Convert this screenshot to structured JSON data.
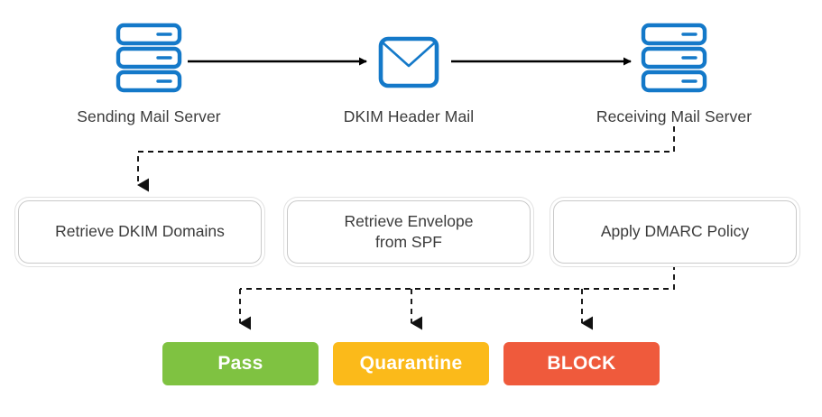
{
  "diagram": {
    "title": "DKIM / SPF / DMARC mail authentication flow",
    "colors": {
      "icon_blue": "#1479c9",
      "text_dark": "#3b3b3b",
      "box_border": "#c9c9c9",
      "arrow_black": "#000000",
      "pass_green": "#7fc241",
      "quarantine_amber": "#fbba1a",
      "block_red": "#ef5a3c"
    },
    "flow_row": [
      {
        "id": "sending-mail-server",
        "label": "Sending Mail Server",
        "icon": "server-stack-icon"
      },
      {
        "id": "dkim-header-mail",
        "label": "DKIM Header Mail",
        "icon": "envelope-icon"
      },
      {
        "id": "receiving-mail-server",
        "label": "Receiving Mail Server",
        "icon": "server-stack-icon"
      }
    ],
    "process_row": [
      {
        "id": "retrieve-dkim-domains",
        "label": "Retrieve DKIM Domains",
        "line1": "Retrieve DKIM Domains",
        "line2": ""
      },
      {
        "id": "retrieve-envelope-from-spf",
        "label": "Retrieve Envelope from SPF",
        "line1": "Retrieve Envelope",
        "line2": "from SPF"
      },
      {
        "id": "apply-dmarc-policy",
        "label": "Apply DMARC Policy",
        "line1": "Apply DMARC Policy",
        "line2": ""
      }
    ],
    "result_row": [
      {
        "id": "result-pass",
        "label": "Pass",
        "color": "#7fc241"
      },
      {
        "id": "result-quarantine",
        "label": "Quarantine",
        "color": "#fbba1a"
      },
      {
        "id": "result-block",
        "label": "BLOCK",
        "color": "#ef5a3c"
      }
    ],
    "connectors": [
      {
        "id": "sending-to-dkim",
        "style": "solid",
        "from": "sending-mail-server",
        "to": "dkim-header-mail"
      },
      {
        "id": "dkim-to-receiving",
        "style": "solid",
        "from": "dkim-header-mail",
        "to": "receiving-mail-server"
      },
      {
        "id": "receiving-to-dkim-domains",
        "style": "dashed",
        "from": "receiving-mail-server",
        "to": "retrieve-dkim-domains"
      },
      {
        "id": "dmarc-to-pass",
        "style": "dashed",
        "from": "apply-dmarc-policy",
        "to": "result-pass"
      },
      {
        "id": "dmarc-to-quarantine",
        "style": "dashed",
        "from": "apply-dmarc-policy",
        "to": "result-quarantine"
      },
      {
        "id": "dmarc-to-block",
        "style": "dashed",
        "from": "apply-dmarc-policy",
        "to": "result-block"
      }
    ]
  }
}
